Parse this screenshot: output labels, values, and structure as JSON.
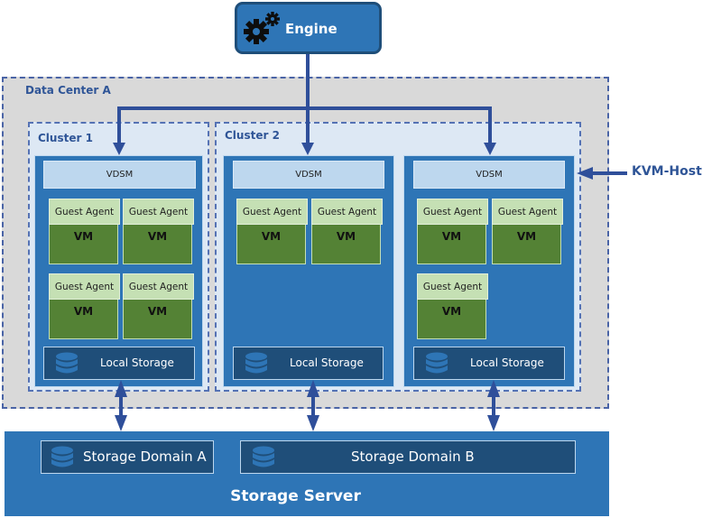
{
  "engine": {
    "label": "Engine",
    "icon": "gears-icon"
  },
  "data_center": {
    "label": "Data Center A"
  },
  "clusters": [
    {
      "label": "Cluster 1"
    },
    {
      "label": "Cluster 2"
    }
  ],
  "hosts": [
    {
      "vdsm": "VDSM",
      "vms": [
        {
          "agent": "Guest Agent",
          "label": "VM"
        },
        {
          "agent": "Guest Agent",
          "label": "VM"
        },
        {
          "agent": "Guest Agent",
          "label": "VM"
        },
        {
          "agent": "Guest Agent",
          "label": "VM"
        }
      ],
      "local_storage": "Local Storage"
    },
    {
      "vdsm": "VDSM",
      "vms": [
        {
          "agent": "Guest Agent",
          "label": "VM"
        },
        {
          "agent": "Guest Agent",
          "label": "VM"
        }
      ],
      "local_storage": "Local Storage"
    },
    {
      "vdsm": "VDSM",
      "vms": [
        {
          "agent": "Guest Agent",
          "label": "VM"
        },
        {
          "agent": "Guest Agent",
          "label": "VM"
        },
        {
          "agent": "Guest Agent",
          "label": "VM"
        }
      ],
      "local_storage": "Local Storage"
    }
  ],
  "kvm_host_label": "KVM-Host",
  "storage_server": {
    "label": "Storage Server",
    "domains": [
      "Storage Domain A",
      "Storage Domain B"
    ]
  },
  "colors": {
    "accent_blue": "#2e75b6",
    "dark_blue": "#1f4e79",
    "arrow_blue": "#2f4f9a",
    "vm_green": "#548235",
    "agent_green": "#c5e0b4",
    "dc_gray": "#d9d9d9"
  }
}
